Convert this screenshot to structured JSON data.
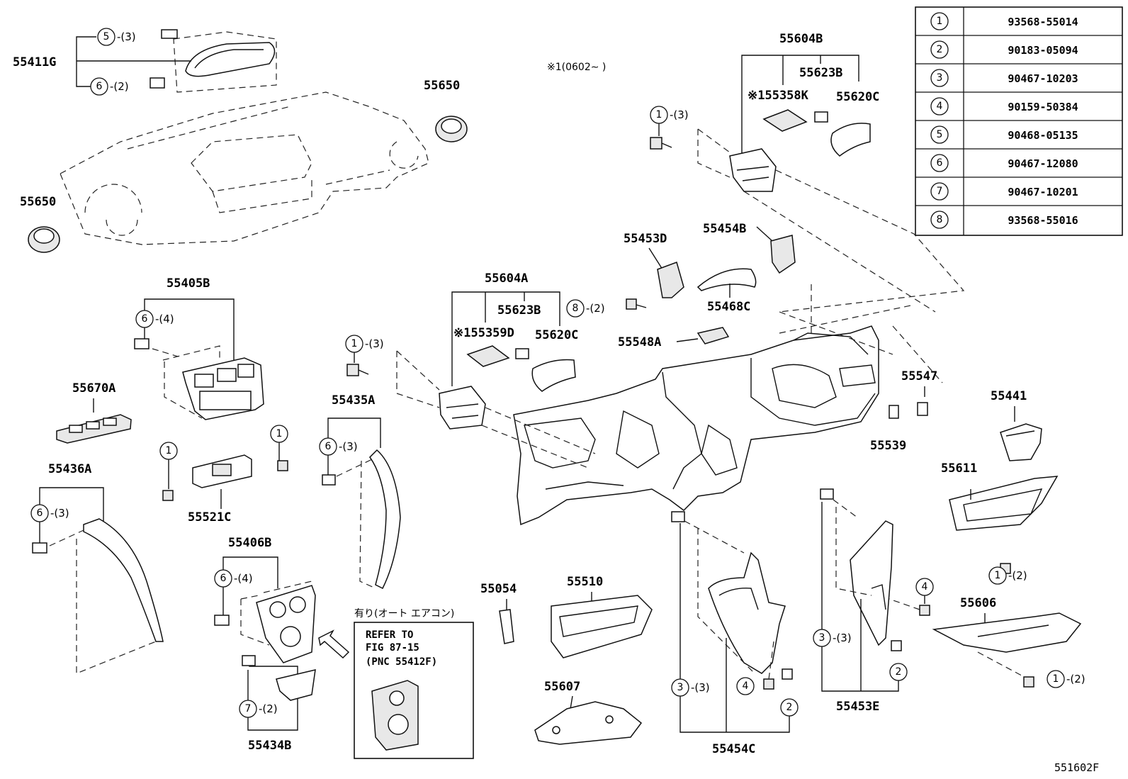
{
  "diagram_code": "551602F",
  "note_top": "※1(0602∼    )",
  "legend": [
    {
      "num": "1",
      "part": "93568-55014"
    },
    {
      "num": "2",
      "part": "90183-05094"
    },
    {
      "num": "3",
      "part": "90467-10203"
    },
    {
      "num": "4",
      "part": "90159-50384"
    },
    {
      "num": "5",
      "part": "90468-05135"
    },
    {
      "num": "6",
      "part": "90467-12080"
    },
    {
      "num": "7",
      "part": "90467-10201"
    },
    {
      "num": "8",
      "part": "93568-55016"
    }
  ],
  "labels": {
    "p55411G": "55411G",
    "p55650a": "55650",
    "p55650b": "55650",
    "p55604B": "55604B",
    "p55623B_top": "55623B",
    "p55358K": "※155358K",
    "p55620C_top": "55620C",
    "p55453D": "55453D",
    "p55454B": "55454B",
    "p55468C": "55468C",
    "p55548A": "55548A",
    "p55405B": "55405B",
    "p55670A": "55670A",
    "p55521C": "55521C",
    "p55604A": "55604A",
    "p55623B_mid": "55623B",
    "p55359D": "※155359D",
    "p55620C_mid": "55620C",
    "p55435A": "55435A",
    "p55436A": "55436A",
    "p55406B": "55406B",
    "p55434B": "55434B",
    "p55547": "55547",
    "p55539": "55539",
    "p55441": "55441",
    "p55611": "55611",
    "p55054": "55054",
    "p55510": "55510",
    "p55607": "55607",
    "p55454C": "55454C",
    "p55453E": "55453E",
    "p55606": "55606"
  },
  "callouts": {
    "c5_3": {
      "num": "5",
      "qty": "-(3)"
    },
    "c6_2": {
      "num": "6",
      "qty": "-(2)"
    },
    "c1_3_top": {
      "num": "1",
      "qty": "-(3)"
    },
    "c8_2": {
      "num": "8",
      "qty": "-(2)"
    },
    "c6_4_a": {
      "num": "6",
      "qty": "-(4)"
    },
    "c1_a": {
      "num": "1",
      "qty": ""
    },
    "c1_b": {
      "num": "1",
      "qty": ""
    },
    "c1_3_mid": {
      "num": "1",
      "qty": "-(3)"
    },
    "c6_3_a": {
      "num": "6",
      "qty": "-(3)"
    },
    "c6_3_b": {
      "num": "6",
      "qty": "-(3)"
    },
    "c6_4_b": {
      "num": "6",
      "qty": "-(4)"
    },
    "c7_2": {
      "num": "7",
      "qty": "-(2)"
    },
    "c1_2_a": {
      "num": "1",
      "qty": "-(2)"
    },
    "c4_a": {
      "num": "4",
      "qty": ""
    },
    "c3_3_a": {
      "num": "3",
      "qty": "-(3)"
    },
    "c2_a": {
      "num": "2",
      "qty": ""
    },
    "c3_3_b": {
      "num": "3",
      "qty": "-(3)"
    },
    "c2_b": {
      "num": "2",
      "qty": ""
    },
    "c4_b": {
      "num": "4",
      "qty": ""
    },
    "c1_2_b": {
      "num": "1",
      "qty": "-(2)"
    }
  },
  "refbox": {
    "caption": "有り(オート エアコン)",
    "line1": "REFER TO",
    "line2": "FIG 87-15",
    "line3": "(PNC 55412F)"
  }
}
